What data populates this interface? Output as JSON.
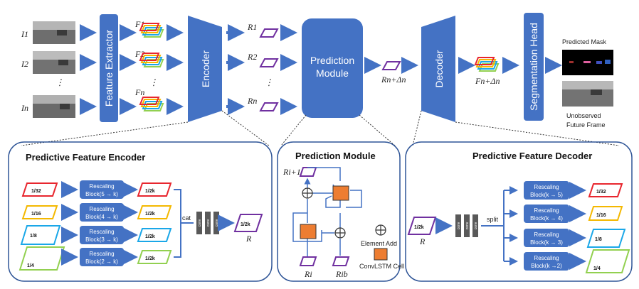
{
  "colors": {
    "blue": "#4472c4",
    "dark": "#2f5597",
    "orange": "#ed7d31",
    "purple": "#7030a0",
    "red": "#e8262e",
    "yellow": "#f4b800",
    "cyan": "#1aa7e8",
    "green": "#92d050",
    "conv": "#595959"
  },
  "top": {
    "inputs": [
      "I1",
      "I2",
      "In"
    ],
    "ellipsis": "⋮",
    "feature_extractor": "Feature Extractor",
    "features": [
      "F1",
      "F2",
      "Fn"
    ],
    "encoder": "Encoder",
    "reps": [
      "R1",
      "R2",
      "Rn"
    ],
    "prediction_module": [
      "Prediction",
      "Module"
    ],
    "future_rep": "Rn+Δn",
    "decoder": "Decoder",
    "future_feature": "Fn+Δn",
    "seg_head": "Segmentation Head",
    "predicted_mask": "Predicted Mask",
    "unobserved": [
      "Unobserved",
      "Future Frame"
    ]
  },
  "encoder_panel": {
    "title": "Predictive Feature Encoder",
    "scales": [
      "1/32",
      "1/16",
      "1/8",
      "1/4"
    ],
    "blocks": [
      [
        "Rescaling",
        "Block(5 → k)"
      ],
      [
        "Rescaling",
        "Block(4 → k)"
      ],
      [
        "Rescaling",
        "Block(3 → k)"
      ],
      [
        "Rescaling",
        "Block(2 → k)"
      ]
    ],
    "outputs": "1/2k",
    "cat": "cat",
    "conv": "conv",
    "result": "1/2k",
    "result_label": "R"
  },
  "pm_panel": {
    "title": "Prediction Module",
    "r_next": "Ri+1",
    "r_i": "Ri",
    "r_b": "Rib",
    "element_add": "Element Add",
    "convlstm": "ConvLSTM Cell"
  },
  "decoder_panel": {
    "title": "Predictive Feature Decoder",
    "input": "1/2k",
    "input_label": "R",
    "conv": "conv",
    "split": "split",
    "blocks": [
      [
        "Rescaling",
        "Block(k → 5)"
      ],
      [
        "Rescaling",
        "Block(k → 4)"
      ],
      [
        "Rescaling",
        "Block(k → 3)"
      ],
      [
        "Rescaling",
        "Block(k →2)"
      ]
    ],
    "scales": [
      "1/32",
      "1/16",
      "1/8",
      "1/4"
    ]
  }
}
